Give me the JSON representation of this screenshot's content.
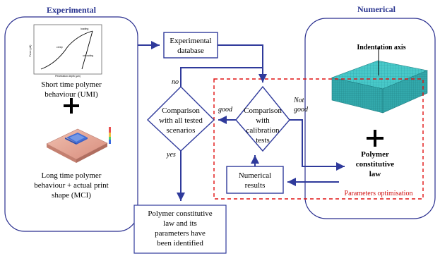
{
  "colors": {
    "frame": "#2a2f8f",
    "heading": "#2a3590",
    "arrow": "#2f3a9b",
    "dashed_box": "#e01010",
    "optim_label": "#d01010",
    "mesh_top": "#46c8c8",
    "mesh_side": "#2a9ea0",
    "text": "#000000"
  },
  "panels": {
    "experimental": {
      "title": "Experimental"
    },
    "numerical": {
      "title": "Numerical"
    }
  },
  "experimental": {
    "short_time_caption": [
      "Short time polymer",
      "behaviour (UMI)"
    ],
    "long_time_caption": [
      "Long time polymer",
      "behaviour + actual print",
      "shape (MCI)"
    ],
    "plus": "+"
  },
  "plot": {
    "ylabel": "Force (µN)",
    "xlabel": "Penetration depth (µm)",
    "curve_labels": [
      "loading",
      "creep",
      "unloading"
    ]
  },
  "numerical": {
    "indentation_axis": "Indentation axis",
    "plus": "+",
    "law_lines": [
      "Polymer",
      "constitutive",
      "law"
    ]
  },
  "flow": {
    "exp_database": [
      "Experimental",
      "database"
    ],
    "comparison_all": [
      "Comparison",
      "with all tested",
      "scenarios"
    ],
    "comparison_calib": [
      "Comparison",
      "with",
      "calibration",
      "tests"
    ],
    "numerical_results": [
      "Numerical",
      "results"
    ],
    "identified": [
      "Polymer constitutive",
      "law and its",
      "parameters have",
      "been identified"
    ],
    "label_no": "no",
    "label_yes": "yes",
    "label_good": "good",
    "label_not": "Not",
    "label_good2": "good",
    "optimisation": "Parameters optimisation"
  }
}
